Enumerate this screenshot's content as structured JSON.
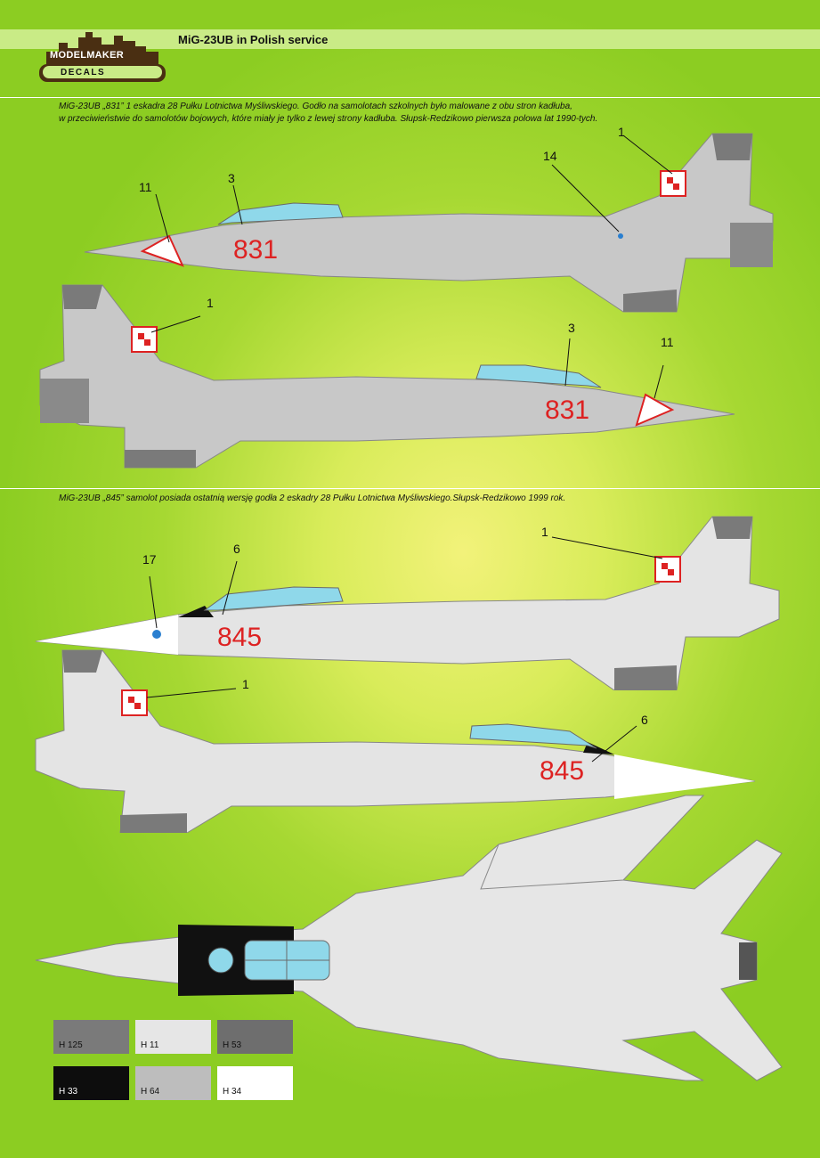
{
  "header": {
    "title": "MiG-23UB in Polish service",
    "logo": {
      "line1": "MODELMAKER",
      "line2": "DECALS"
    }
  },
  "section1": {
    "caption_line1": "MiG-23UB  „831” 1 eskadra 28 Pułku Lotnictwa Myśliwskiego. Godło na samolotach szkolnych było malowane z obu stron kadłuba,",
    "caption_line2": "w przeciwieństwie do samolotów bojowych, które miały je tylko z lewej strony kadłuba. Słupsk-Redzikowo pierwsza polowa lat 1990-tych.",
    "serial": "831",
    "callouts_top": [
      "11",
      "3",
      "14",
      "1"
    ],
    "callouts_bottom": [
      "1",
      "3",
      "11"
    ]
  },
  "section2": {
    "caption": "MiG-23UB „845” samolot posiada ostatnią wersję godła 2 eskadry 28 Pułku Lotnictwa Myśliwskiego.Słupsk-Redzikowo 1999 rok.",
    "serial": "845",
    "callouts_top": [
      "17",
      "6",
      "1"
    ],
    "callouts_bottom": [
      "1",
      "6"
    ]
  },
  "palette": [
    {
      "code": "H 125",
      "color": "#7a7a7a",
      "text": "#111"
    },
    {
      "code": "H 11",
      "color": "#e6e6e6",
      "text": "#111"
    },
    {
      "code": "H 53",
      "color": "#6e6e6e",
      "text": "#111"
    },
    {
      "code": "H 33",
      "color": "#0d0d0d",
      "text": "#ffffff"
    },
    {
      "code": "H 64",
      "color": "#bdbdbd",
      "text": "#111"
    },
    {
      "code": "H 34",
      "color": "#ffffff",
      "text": "#111"
    }
  ]
}
